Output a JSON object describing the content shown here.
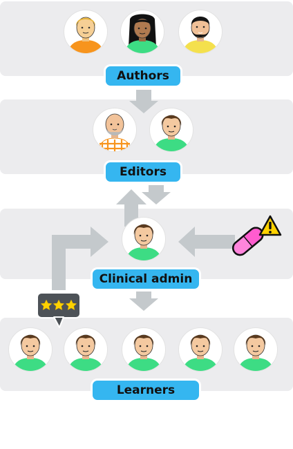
{
  "roles": {
    "authors": "Authors",
    "editors": "Editors",
    "clinical_admin": "Clinical admin",
    "learners": "Learners"
  },
  "icons": {
    "rating": "three-stars-speech-bubble-icon",
    "warning": "warning-triangle-icon",
    "pill": "pill-capsule-icon"
  },
  "rating_stars": 3,
  "colors": {
    "panel": "#ececee",
    "pill": "#35b6f0",
    "arrow": "#c4c9cc",
    "shirt_green": "#3ddc84",
    "shirt_orange": "#f7941d",
    "shirt_yellow": "#f4e04d"
  }
}
